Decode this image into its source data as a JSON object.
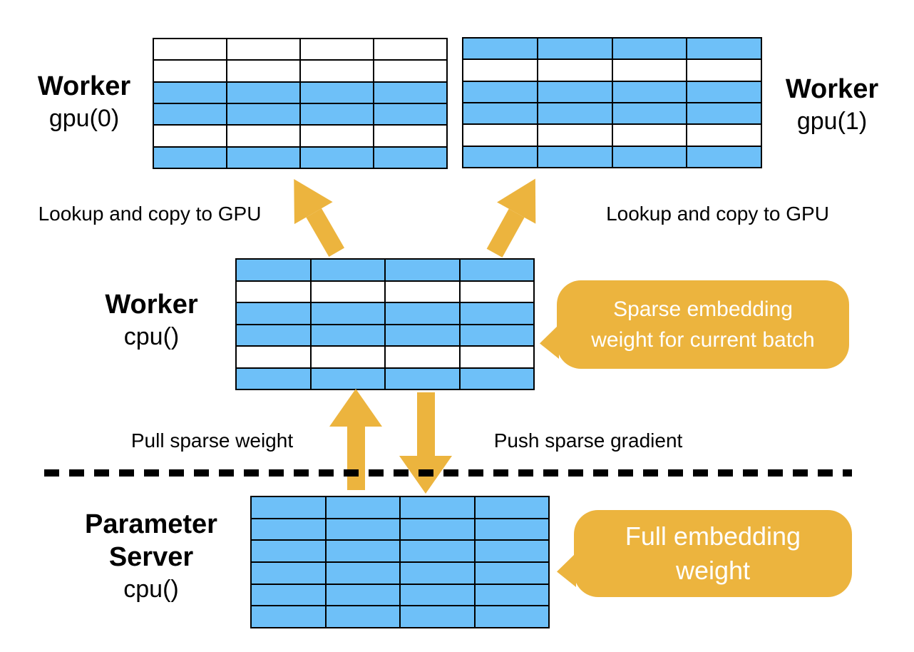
{
  "colors": {
    "blue": "#6EC0F8",
    "accent": "#ECB43E",
    "ink": "#000000"
  },
  "nodes": {
    "worker_gpu0": {
      "title": "Worker",
      "subtitle": "gpu(0)"
    },
    "worker_gpu1": {
      "title": "Worker",
      "subtitle": "gpu(1)"
    },
    "worker_cpu": {
      "title": "Worker",
      "subtitle": "cpu()"
    },
    "param_server": {
      "title_line1": "Parameter",
      "title_line2": "Server",
      "subtitle": "cpu()"
    }
  },
  "grids": {
    "gpu0": {
      "rows": 6,
      "cols": 4,
      "highlighted_rows": [
        2,
        3,
        5
      ]
    },
    "gpu1": {
      "rows": 6,
      "cols": 4,
      "highlighted_rows": [
        0,
        2,
        3,
        5
      ]
    },
    "cpu": {
      "rows": 6,
      "cols": 4,
      "highlighted_rows": [
        0,
        2,
        3,
        5
      ]
    },
    "server": {
      "rows": 6,
      "cols": 4,
      "highlighted_rows": [
        0,
        1,
        2,
        3,
        4,
        5
      ]
    }
  },
  "annotations": {
    "lookup_left": "Lookup and copy to GPU",
    "lookup_right": "Lookup and copy to GPU",
    "pull": "Pull sparse weight",
    "push": "Push sparse gradient"
  },
  "bubbles": {
    "sparse": {
      "line1": "Sparse embedding",
      "line2": "weight for current batch"
    },
    "full": {
      "line1": "Full embedding",
      "line2": "weight"
    }
  }
}
